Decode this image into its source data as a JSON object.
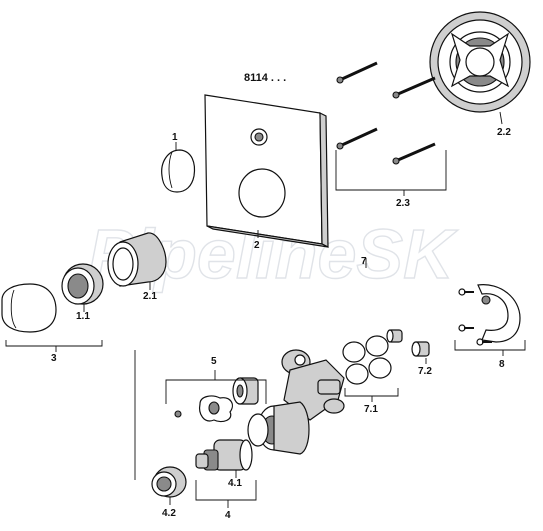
{
  "model_label": "8114 . . .",
  "watermark": "PipelineSK",
  "callouts": {
    "c1": "1",
    "c2": "2",
    "c2_1": "2.1",
    "c2_2": "2.2",
    "c2_3": "2.3",
    "c3": "3",
    "c1_1": "1.1",
    "c4": "4",
    "c4_1": "4.1",
    "c4_2": "4.2",
    "c5": "5",
    "c7": "7",
    "c7_1": "7.1",
    "c7_2": "7.2",
    "c8": "8"
  }
}
